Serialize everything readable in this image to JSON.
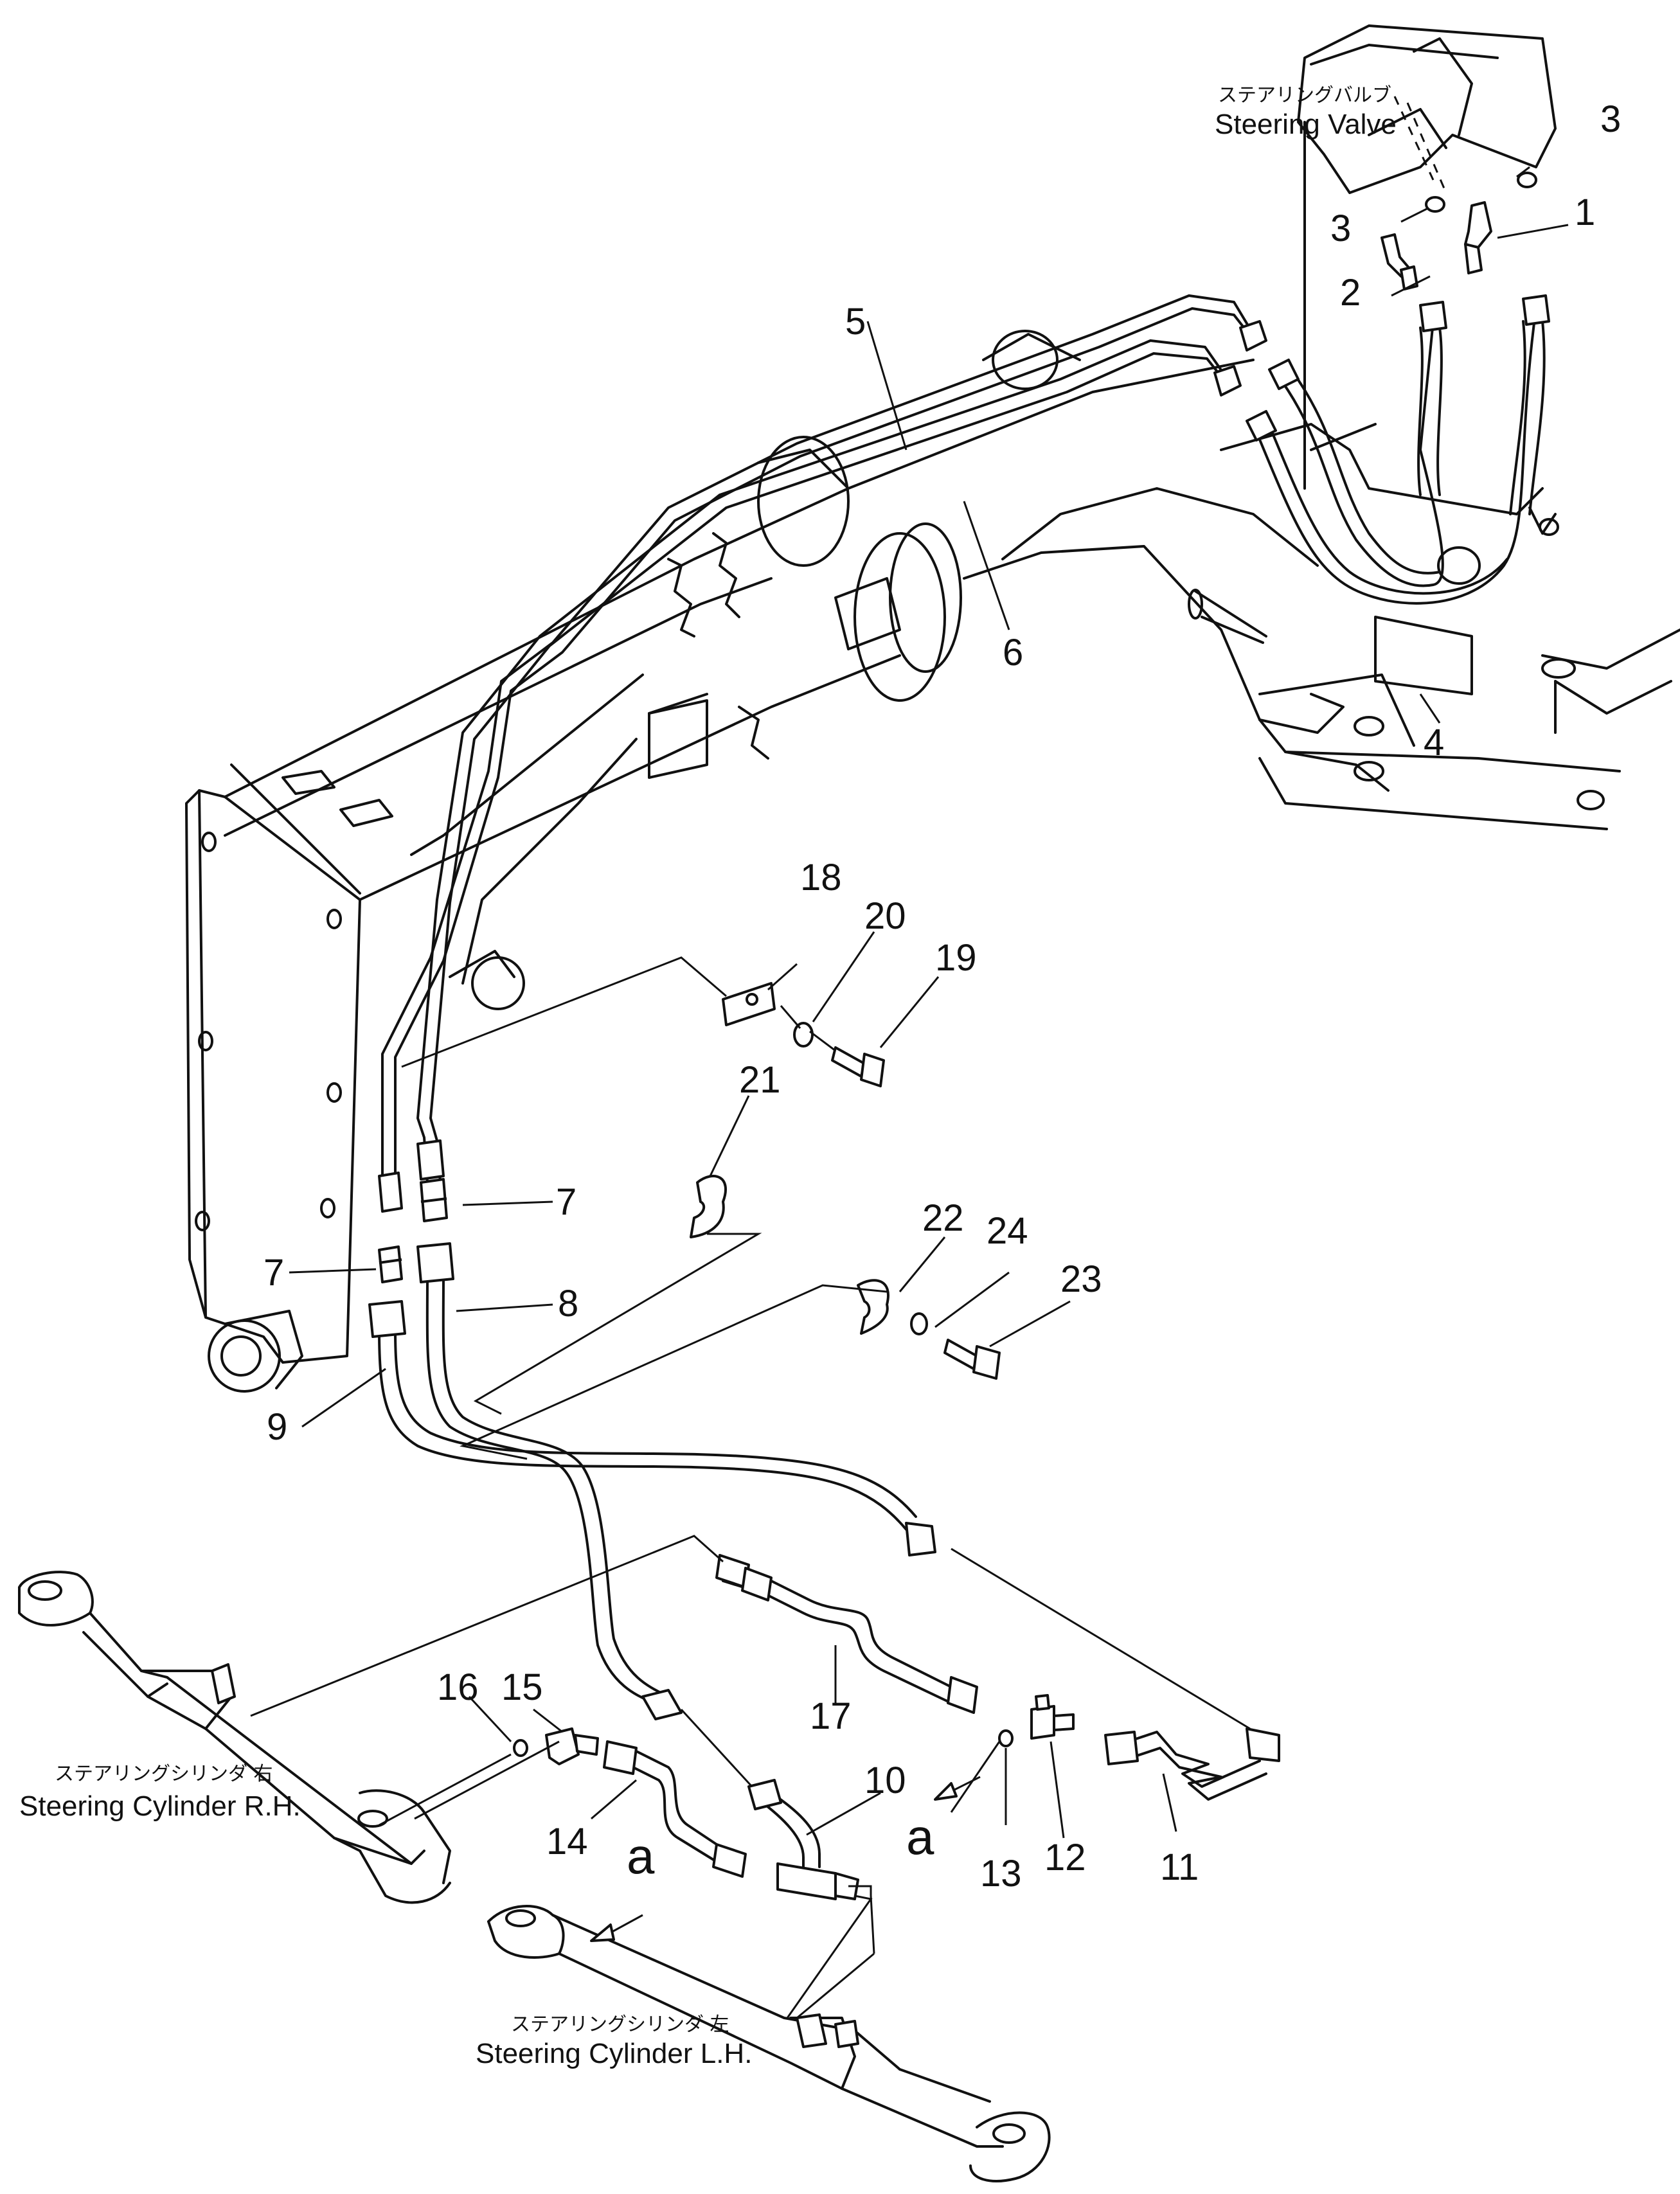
{
  "labels": {
    "steering_valve_jp": "ステアリングバルブ",
    "steering_valve_en": "Steering Valve",
    "cylinder_rh_jp": "ステアリングシリンダ 右",
    "cylinder_rh_en": "Steering Cylinder R.H.",
    "cylinder_lh_jp": "ステアリングシリンダ 左",
    "cylinder_lh_en": "Steering Cylinder L.H."
  },
  "callouts": {
    "c1": "1",
    "c2": "2",
    "c3a": "3",
    "c3b": "3",
    "c4": "4",
    "c5": "5",
    "c6": "6",
    "c7a": "7",
    "c7b": "7",
    "c8": "8",
    "c9": "9",
    "c10": "10",
    "c11": "11",
    "c12": "12",
    "c13": "13",
    "c14": "14",
    "c15": "15",
    "c16": "16",
    "c17": "17",
    "c18": "18",
    "c19": "19",
    "c20": "20",
    "c21": "21",
    "c22": "22",
    "c23": "23",
    "c24": "24",
    "view_a1": "a",
    "view_a2": "a"
  }
}
